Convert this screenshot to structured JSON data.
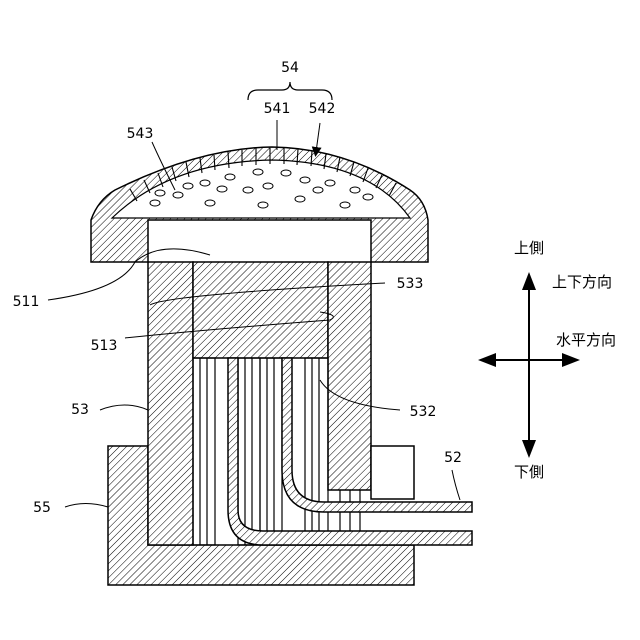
{
  "labels": {
    "l54": "54",
    "l541": "541",
    "l542": "542",
    "l543": "543",
    "l511": "511",
    "l533": "533",
    "l513": "513",
    "l53": "53",
    "l532": "532",
    "l52": "52",
    "l55": "55"
  },
  "directions": {
    "up": "上側",
    "down": "下側",
    "vertical": "上下方向",
    "horizontal": "水平方向"
  }
}
